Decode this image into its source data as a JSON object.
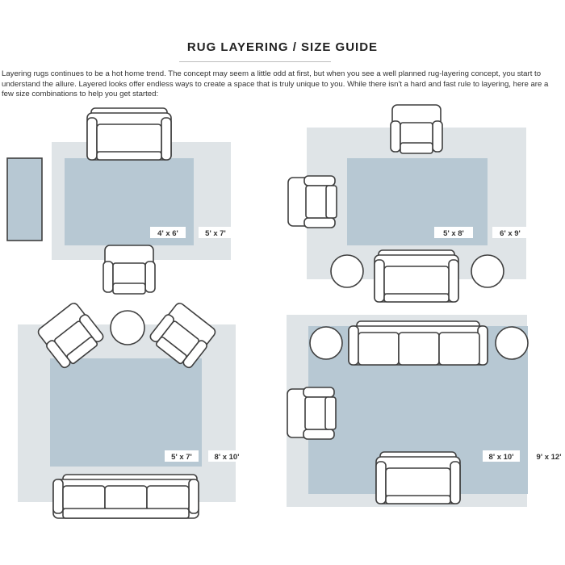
{
  "title": "RUG LAYERING / SIZE GUIDE",
  "intro": "Layering rugs continues to be a hot home trend. The concept may seem a little odd at first, but when you see a well planned rug-layering concept, you start to understand the allure. Layered looks offer endless ways to create a space that is truly unique to you. While there isn't a hard and fast rule to layering, here are a few size combinations to help you get started:",
  "layouts": [
    {
      "inner_size": "4' x 6'",
      "outer_size": "5' x 7'"
    },
    {
      "inner_size": "5' x 8'",
      "outer_size": "6' x 9'"
    },
    {
      "inner_size": "5' x 7'",
      "outer_size": "8' x 10'"
    },
    {
      "inner_size": "8' x 10'",
      "outer_size": "9' x 12'"
    }
  ],
  "colors": {
    "outer_rug": "#dfe4e7",
    "inner_rug": "#b7c8d3",
    "furniture_outline": "#3f3f3f",
    "furniture_fill": "#ffffff"
  }
}
